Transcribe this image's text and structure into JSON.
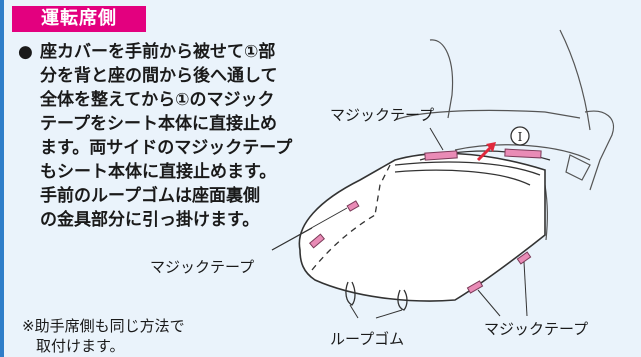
{
  "section_tag": "運転席側",
  "instruction": {
    "bullet": "●",
    "lines": [
      "座カバーを手前から被せて①部",
      "分を背と座の間から後へ通して",
      "全体を整えてから①のマジック",
      "テープをシート本体に直接止め",
      "ます。両サイドのマジックテープ",
      "もシート本体に直接止めます。",
      "手前のループゴムは座面裏側",
      "の金具部分に引っ掛けます。"
    ]
  },
  "note": {
    "lines": [
      "※助手席側も同じ方法で",
      "取付けます。"
    ]
  },
  "callouts": {
    "velcro_top": "マジックテープ",
    "marker": "Ⅰ",
    "velcro_left": "マジックテープ",
    "loop_rubber": "ループゴム",
    "velcro_right": "マジックテープ"
  },
  "colors": {
    "tag_bg": "#e3007f",
    "frame": "#2f7ec9",
    "velcro": "#e98bb6",
    "arrow": "#e0283c",
    "outline": "#333333"
  }
}
